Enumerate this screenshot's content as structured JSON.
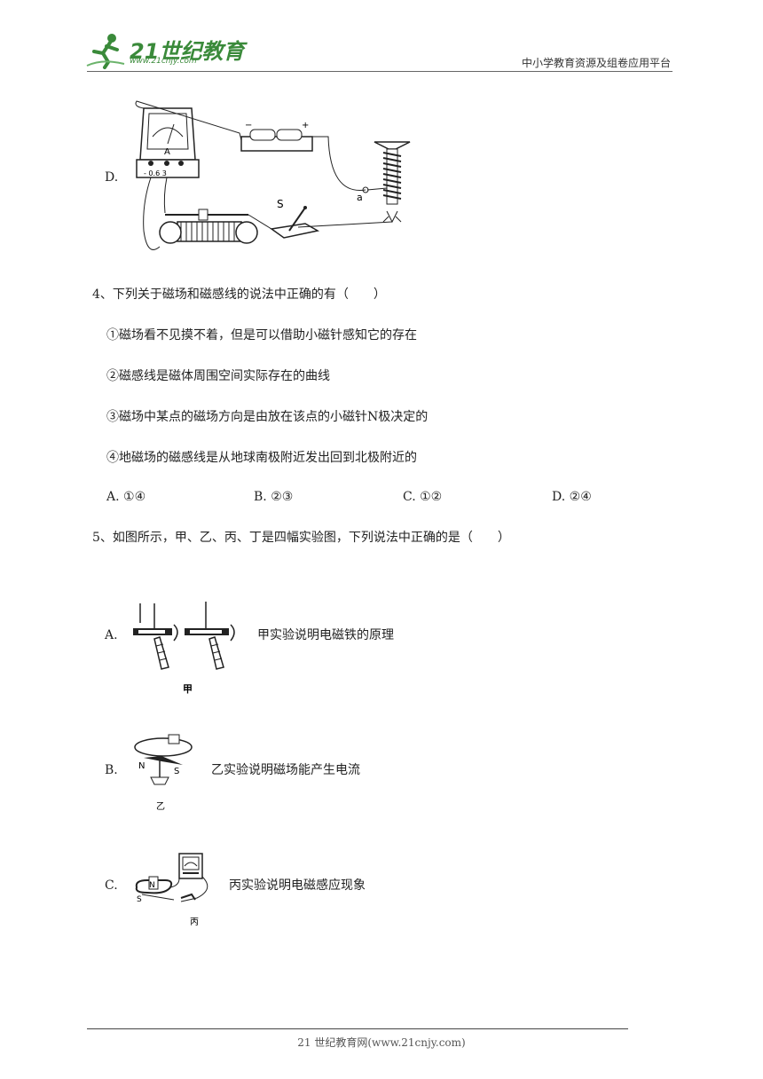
{
  "header": {
    "logo_text": "21世纪教育",
    "logo_sub": "www.21cnjy.com",
    "right_text": "中小学教育资源及组卷应用平台"
  },
  "q3_option_d": {
    "label": "D.",
    "figure_labels": {
      "ammeter": "A",
      "terminals": "- 0.6 3",
      "battery_minus": "−",
      "battery_plus": "+",
      "switch": "S",
      "point": "a"
    }
  },
  "q4": {
    "stem": "4、下列关于磁场和磁感线的说法中正确的有（　　）",
    "statements": [
      "①磁场看不见摸不着，但是可以借助小磁针感知它的存在",
      "②磁感线是磁体周围空间实际存在的曲线",
      "③磁场中某点的磁场方向是由放在该点的小磁针N极决定的",
      "④地磁场的磁感线是从地球南极附近发出回到北极附近的"
    ],
    "options": [
      {
        "label": "A.",
        "text": "①④"
      },
      {
        "label": "B.",
        "text": "②③"
      },
      {
        "label": "C.",
        "text": "①②"
      },
      {
        "label": "D.",
        "text": "②④"
      }
    ]
  },
  "q5": {
    "stem": "5、如图所示，甲、乙、丙、丁是四幅实验图，下列说法中正确的是（　　）",
    "options": [
      {
        "label": "A.",
        "text": "甲实验说明电磁铁的原理",
        "caption": "甲"
      },
      {
        "label": "B.",
        "text": "乙实验说明磁场能产生电流",
        "caption": "乙",
        "pole_n": "N",
        "pole_s": "S"
      },
      {
        "label": "C.",
        "text": "丙实验说明电磁感应现象",
        "caption": "丙",
        "pole_n": "N",
        "pole_s": "S"
      }
    ]
  },
  "footer": {
    "text": "21 世纪教育网(www.21cnjy.com)"
  }
}
